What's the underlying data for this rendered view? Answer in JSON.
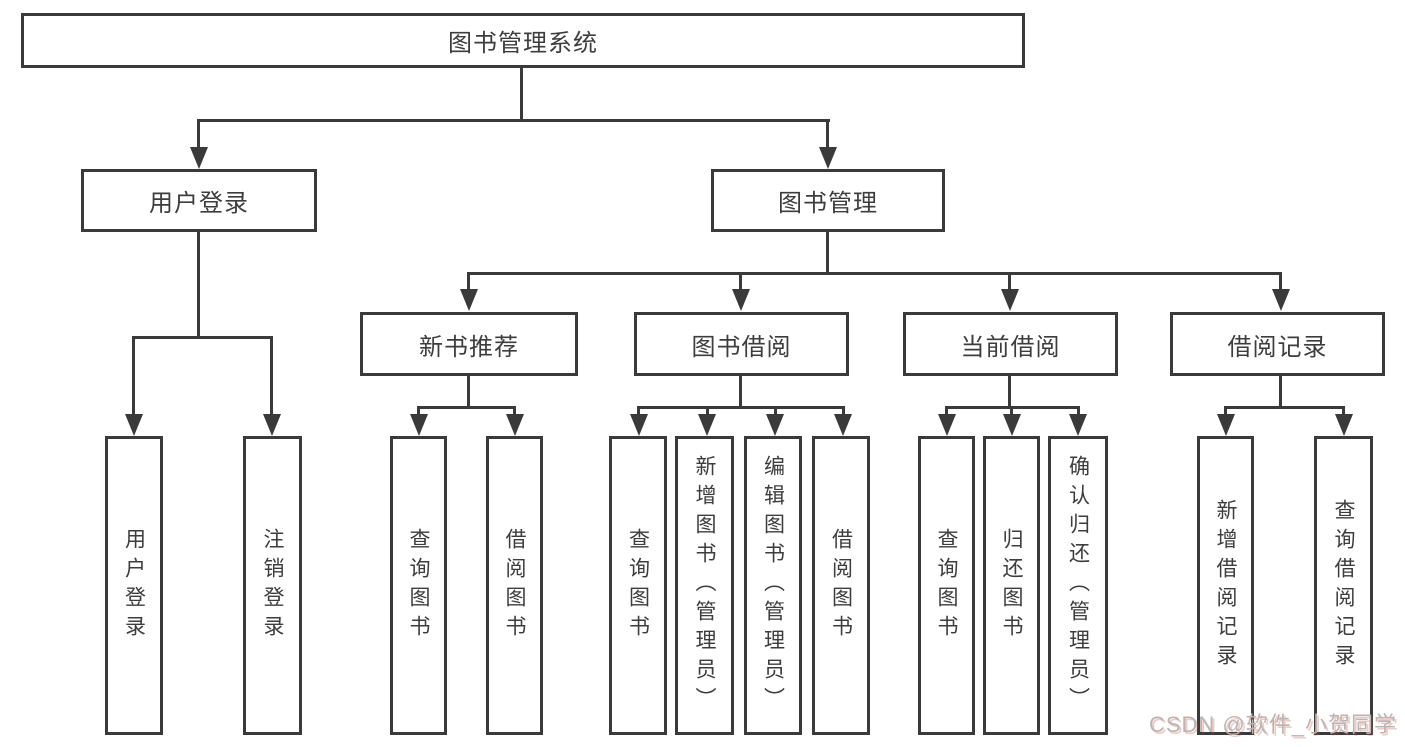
{
  "diagram": {
    "root": "图书管理系统",
    "branches": [
      {
        "label": "用户登录",
        "children": [
          "用户登录",
          "注销登录"
        ]
      },
      {
        "label": "图书管理",
        "children": [
          {
            "label": "新书推荐",
            "children": [
              "查询图书",
              "借阅图书"
            ]
          },
          {
            "label": "图书借阅",
            "children": [
              "查询图书",
              "新增图书（管理员）",
              "编辑图书（管理员）",
              "借阅图书"
            ]
          },
          {
            "label": "当前借阅",
            "children": [
              "查询图书",
              "归还图书",
              "确认归还（管理员）"
            ]
          },
          {
            "label": "借阅记录",
            "children": [
              "新增借阅记录",
              "查询借阅记录"
            ]
          }
        ]
      }
    ]
  },
  "watermark": {
    "text": "CSDN @软件_小贺同学"
  },
  "colors": {
    "line": "#3a3a3a",
    "text": "#3d3d3d",
    "background": "#ffffff",
    "watermark_gray": "#b6b6b6",
    "watermark_red": "#d64e39"
  }
}
